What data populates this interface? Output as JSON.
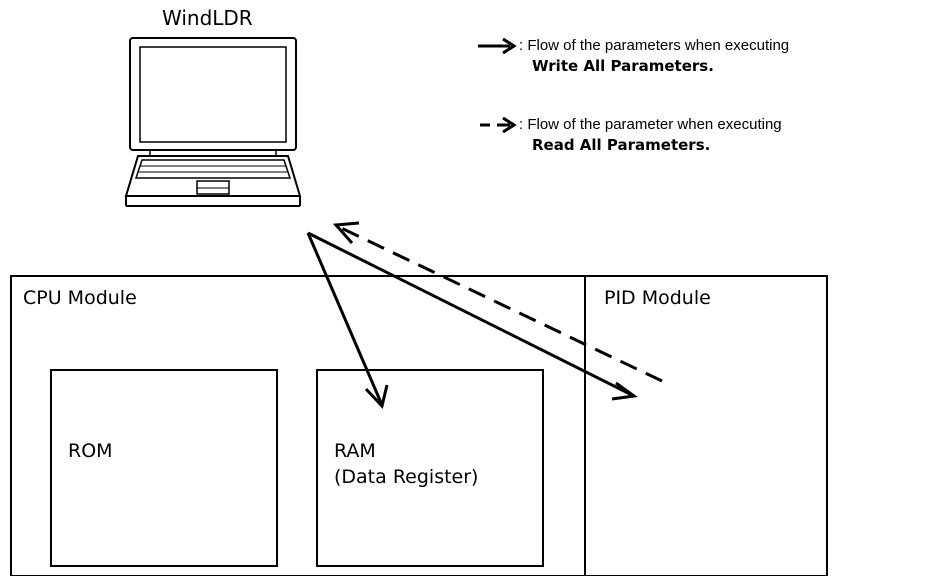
{
  "computer": {
    "label": "WindLDR"
  },
  "legend": {
    "write": {
      "prefix": ": Flow of the parameters when executing",
      "action": "Write All Parameters."
    },
    "read": {
      "prefix": ": Flow of the parameter when executing",
      "action": "Read All Parameters."
    }
  },
  "cpu_module": {
    "label": "CPU Module",
    "rom": {
      "label": "ROM"
    },
    "ram": {
      "label": "RAM",
      "sublabel": "(Data Register)"
    }
  },
  "pid_module": {
    "label": "PID Module"
  }
}
